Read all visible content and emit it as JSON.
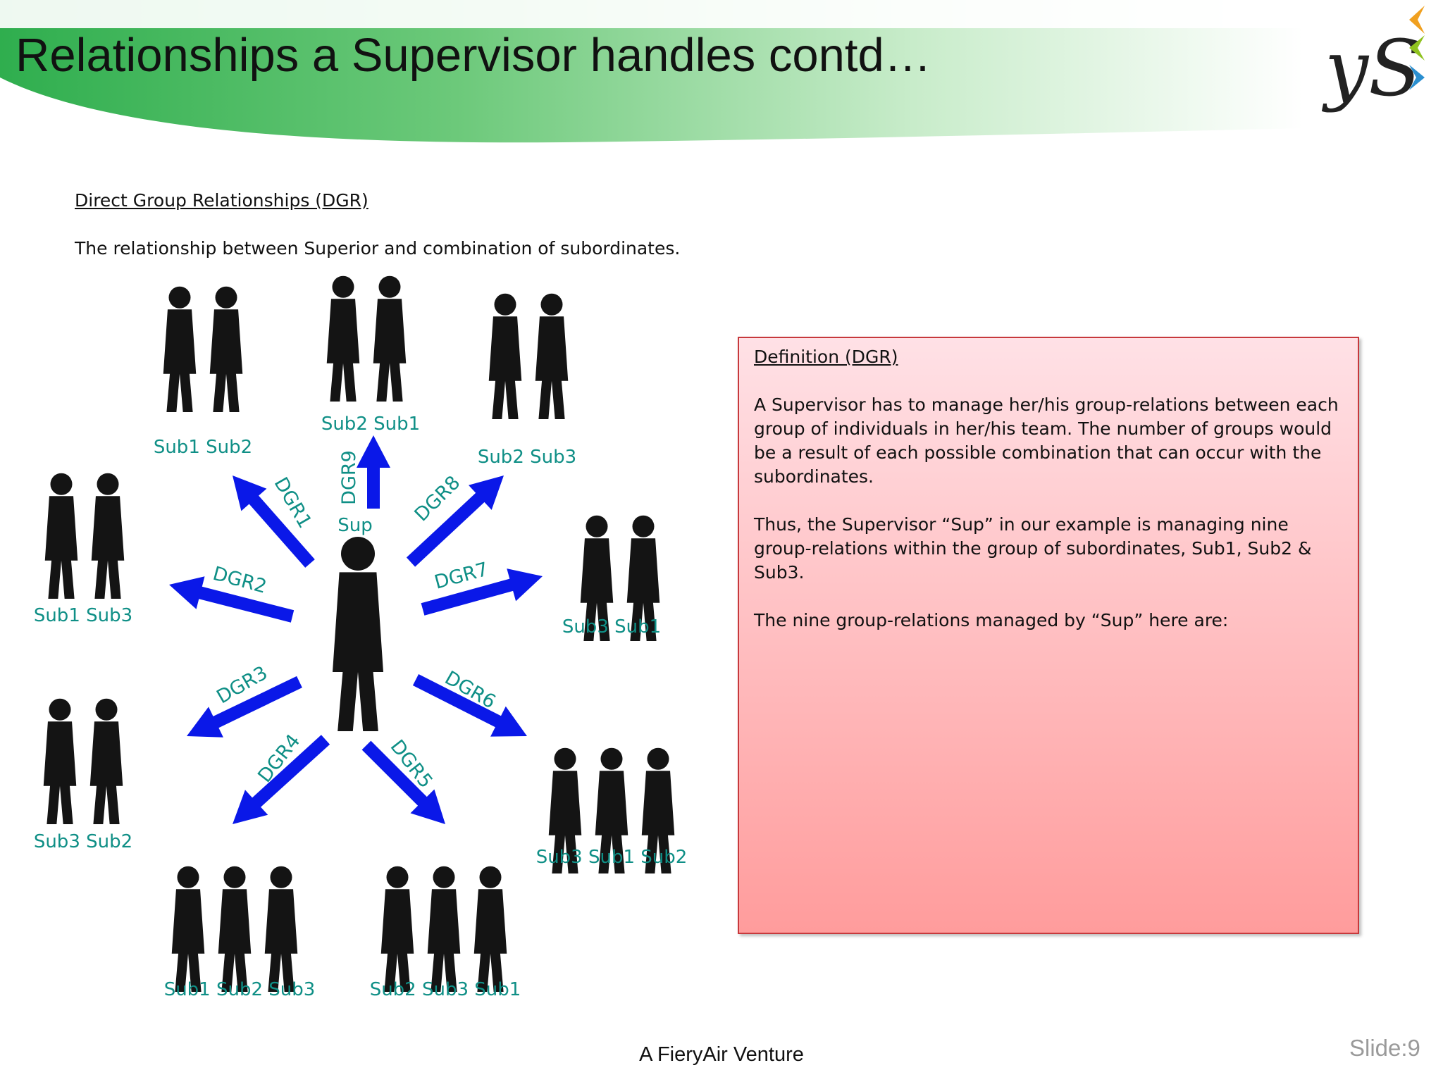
{
  "slide": {
    "title": "Relationships a Supervisor handles contd…",
    "subtitle": "Direct Group Relationships (DGR)",
    "intro": "The relationship between Superior and combination of subordinates.",
    "footer": "A FieryAir Venture",
    "slide_number": "Slide:9"
  },
  "logo": {
    "text": "yS",
    "arrow_colors": [
      "#f0a020",
      "#8fc21f",
      "#2a8fd0"
    ]
  },
  "colors": {
    "arrow": "#0a18e8",
    "label": "#0f8f86",
    "swoosh": "#3bb55a",
    "box_border": "#c7393c"
  },
  "diagram": {
    "center_label": "Sup",
    "relations": [
      {
        "arrow": "DGR1",
        "group": "Sub1 Sub2"
      },
      {
        "arrow": "DGR2",
        "group": "Sub1 Sub3"
      },
      {
        "arrow": "DGR3",
        "group": "Sub3 Sub2"
      },
      {
        "arrow": "DGR4",
        "group": "Sub1 Sub2 Sub3"
      },
      {
        "arrow": "DGR5",
        "group": "Sub2 Sub3 Sub1"
      },
      {
        "arrow": "DGR6",
        "group": "Sub3 Sub1 Sub2"
      },
      {
        "arrow": "DGR7",
        "group": "Sub3 Sub1"
      },
      {
        "arrow": "DGR8",
        "group": "Sub2 Sub3"
      },
      {
        "arrow": "DGR9",
        "group": "Sub2 Sub1"
      }
    ]
  },
  "definition": {
    "title": "Definition (DGR)",
    "paragraphs": [
      "A Supervisor has to manage her/his group-relations between each group of individuals in her/his team. The number of groups would be a result of each possible combination that can occur with the subordinates.",
      "Thus, the Supervisor “Sup” in our example is managing nine group-relations within the group of subordinates, Sub1, Sub2 & Sub3.",
      "The nine group-relations managed by “Sup” here are:"
    ]
  }
}
